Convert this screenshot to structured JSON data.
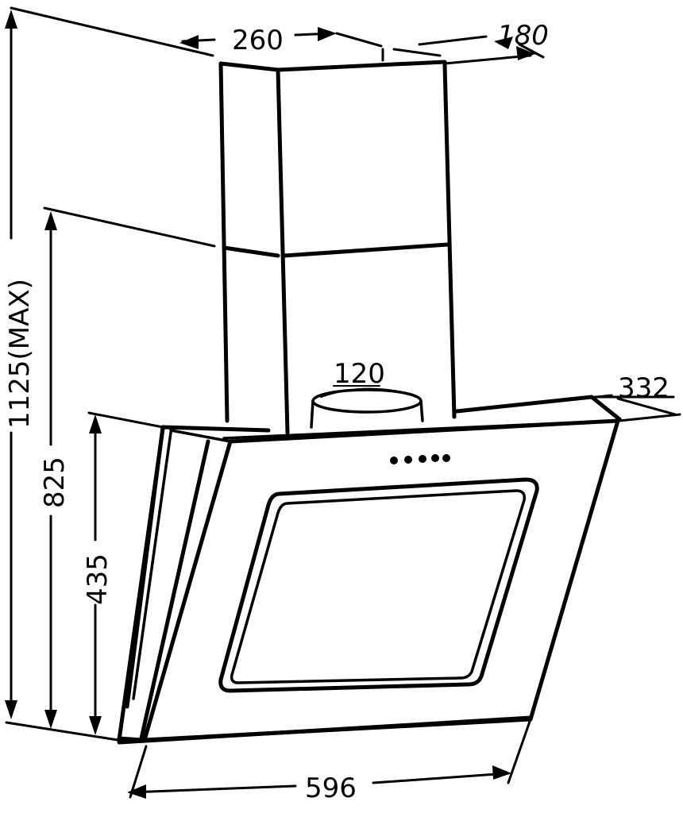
{
  "dimensions": {
    "chimney_width": "260",
    "chimney_depth": "180",
    "duct_diameter": "120",
    "hood_depth": "332",
    "hood_width": "596",
    "total_height": "1125(MAX)",
    "chimney_top_height": "825",
    "hood_height": "435"
  },
  "colors": {
    "line": "#000000",
    "background": "#ffffff"
  }
}
